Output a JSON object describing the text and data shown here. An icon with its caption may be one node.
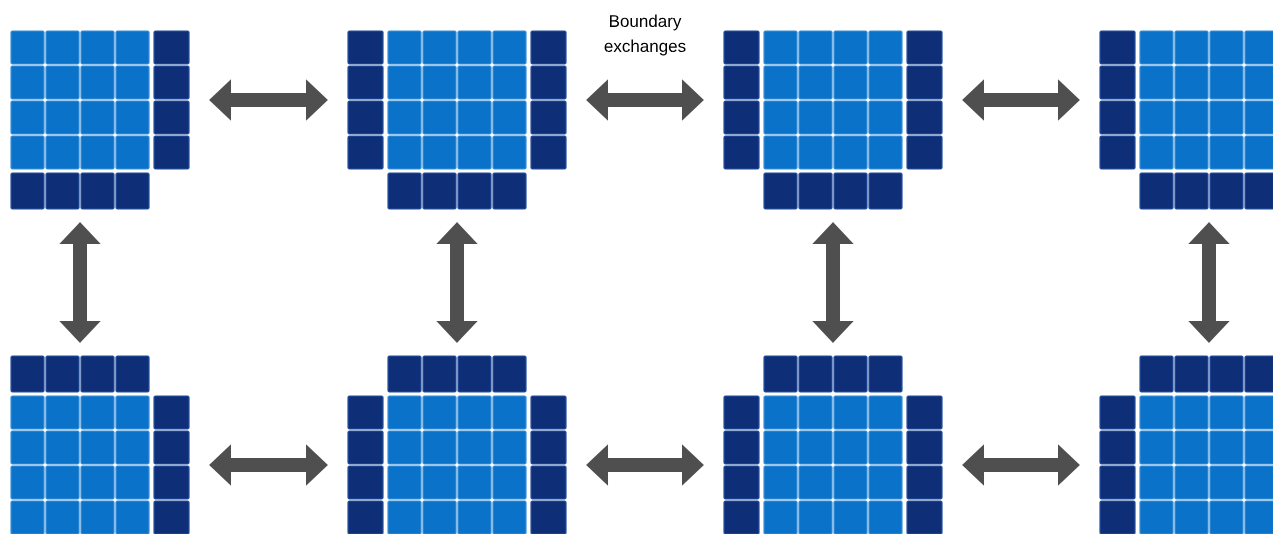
{
  "diagram": {
    "nodes": [
      {
        "text": [],
        "shape": "grid"
      },
      {
        "text": [],
        "shape": "grid"
      },
      {
        "text": [],
        "shape": "grid"
      },
      {
        "text": [],
        "shape": "grid"
      },
      {
        "text": [],
        "shape": "grid"
      },
      {
        "text": [],
        "shape": "grid"
      },
      {
        "text": [],
        "shape": "grid"
      },
      {
        "text": [],
        "shape": "grid"
      }
    ],
    "edges": [
      {
        "from": 0,
        "to": 1,
        "arrow": "both"
      },
      {
        "from": 1,
        "to": 2,
        "arrow": "both",
        "label": "Boundary exchanges"
      },
      {
        "from": 2,
        "to": 3,
        "arrow": "both"
      },
      {
        "from": 0,
        "to": 4,
        "arrow": "both"
      },
      {
        "from": 1,
        "to": 5,
        "arrow": "both"
      },
      {
        "from": 2,
        "to": 6,
        "arrow": "both"
      },
      {
        "from": 3,
        "to": 7,
        "arrow": "both"
      },
      {
        "from": 4,
        "to": 5,
        "arrow": "both"
      },
      {
        "from": 5,
        "to": 6,
        "arrow": "both"
      },
      {
        "from": 6,
        "to": 7,
        "arrow": "both"
      }
    ]
  }
}
